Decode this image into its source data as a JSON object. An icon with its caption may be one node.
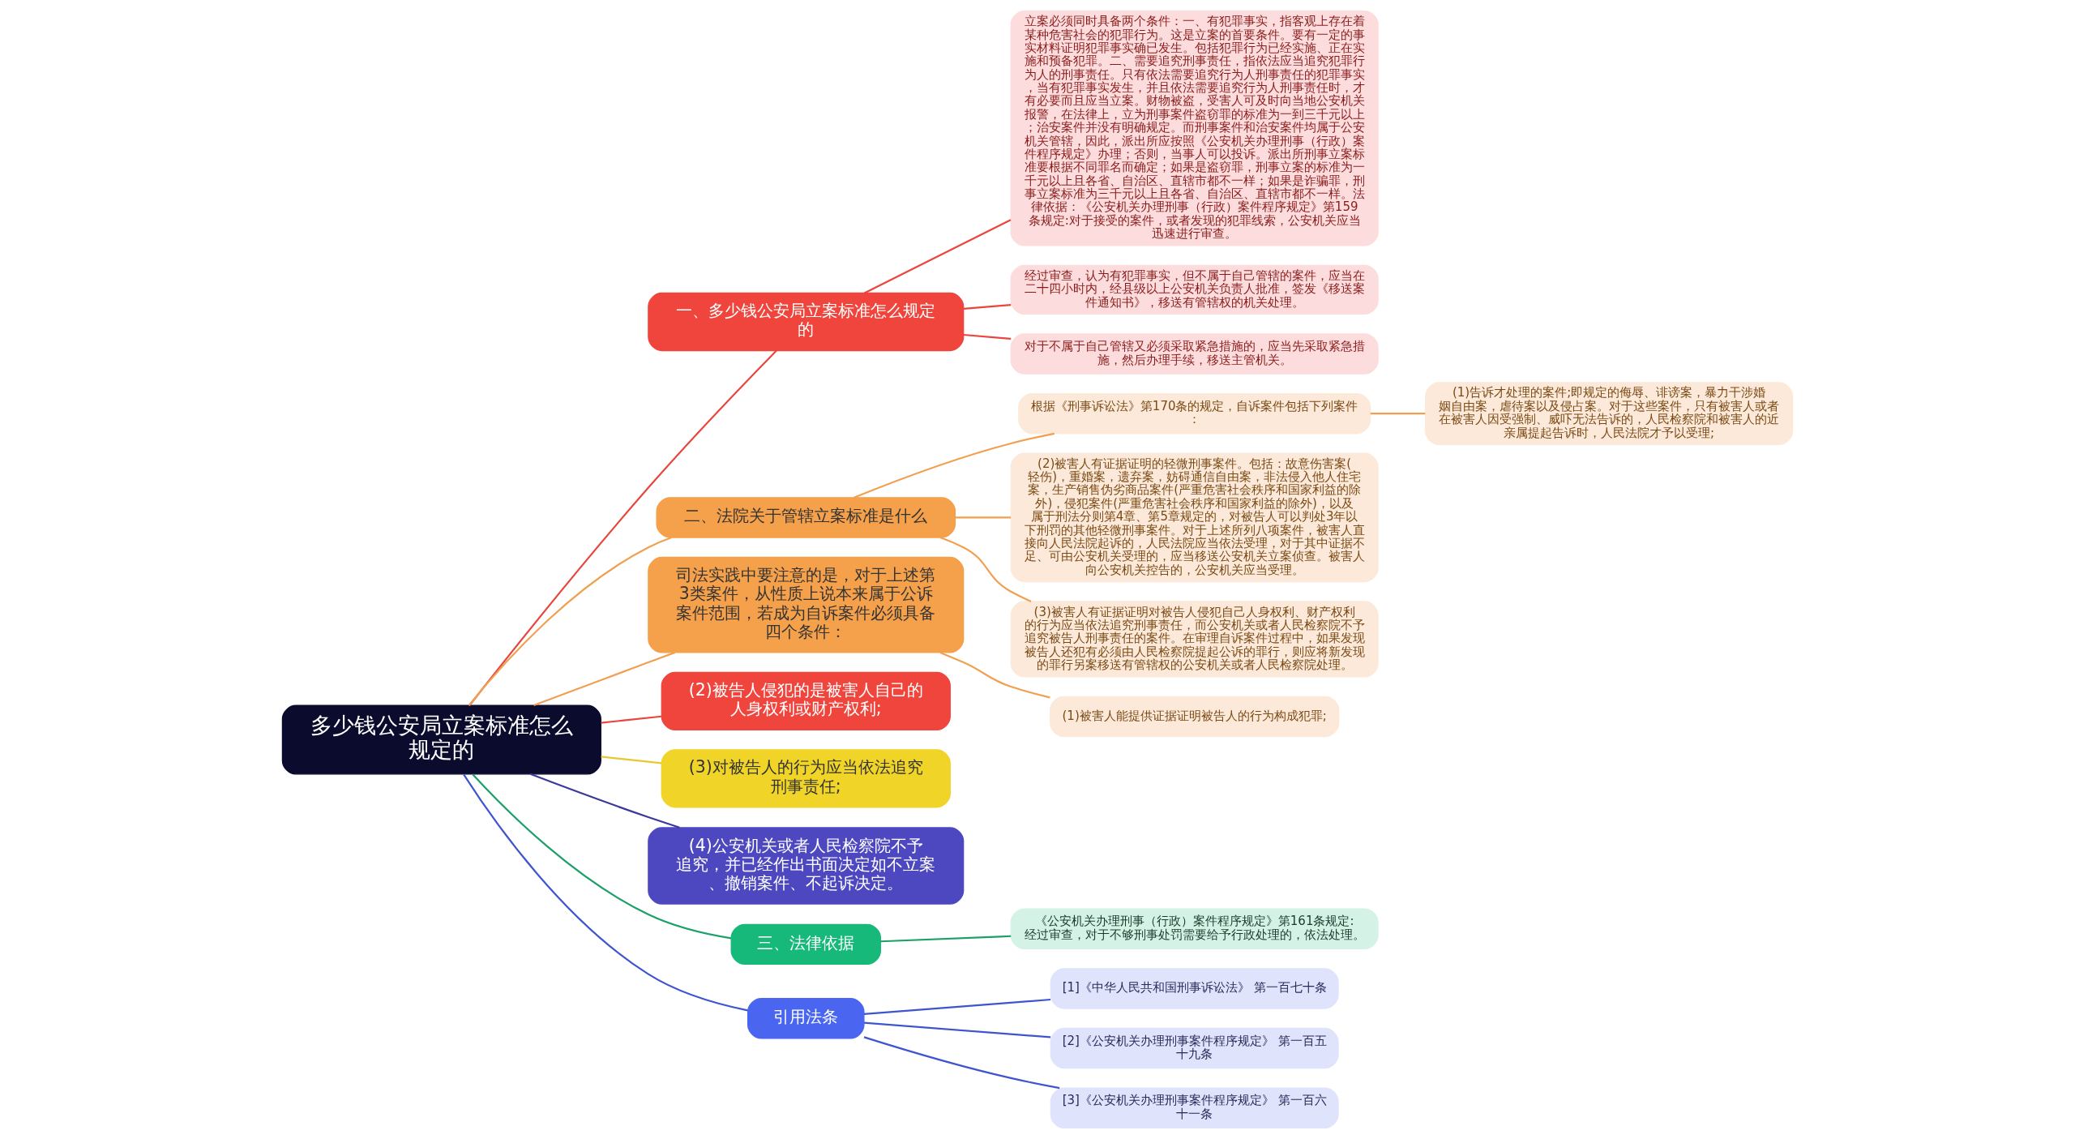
{
  "diagram": {
    "nodes": [
      {
        "text": [
          "多少钱公安局立案标准怎么规定的"
        ]
      },
      {
        "text": [
          "一、多少钱公安局立案标准怎么规定的"
        ]
      },
      {
        "text": [
          "立案必须同时具备两个条件：一、有犯罪事实，指客观上存在着某种危害社会的犯罪行为。这是立案的首要条件。要有一定的事实材料证明犯罪事实确已发生。包括犯罪行为已经实施、正在实施和预备犯罪。二、需要追究刑事责任，指依法应当追究犯罪行为人的刑事责任。只有依法需要追究行为人刑事责任的犯罪事实，当有犯罪事实发生，并且依法需要追究行为人刑事责任时，才有必要而且应当立案。财物被盗，受害人可及时向当地公安机关报警，在法律上，立为刑事案件盗窃罪的标准为一到三千元以上；治安案件并没有明确规定。而刑事案件和治安案件均属于公安机关管辖，因此，派出所应按照《公安机关办理刑事（行政）案件程序规定》办理；否则，当事人可以投诉。派出所刑事立案标准要根据不同罪名而确定；如果是盗窃罪，刑事立案的标准为一千元以上且各省、自治区、直辖市都不一样；如果是诈骗罪，刑事立案标准为三千元以上且各省、自治区、直辖市都不一样。法律依据：《公安机关办理刑事（行政）案件程序规定》第159条规定:对于接受的案件，或者发现的犯罪线索，公安机关应当迅速进行审查。"
        ]
      },
      {
        "text": [
          "经过审查，认为有犯罪事实，但不属于自己管辖的案件，应当在二十四小时内，经县级以上公安机关负责人批准，签发《移送案件通知书》，移送有管辖权的机关处理。"
        ]
      },
      {
        "text": [
          "对于不属于自己管辖又必须采取紧急措施的，应当先采取紧急措施，然后办理手续，移送主管机关。"
        ]
      },
      {
        "text": [
          "二、法院关于管辖立案标准是什么"
        ]
      },
      {
        "text": [
          "根据《刑事诉讼法》第170条的规定，自诉案件包括下列案件："
        ]
      },
      {
        "text": [
          "(1)告诉才处理的案件;即规定的侮辱、诽谤案，暴力干涉婚姻自由案，虐待案以及侵占案。对于这些案件，只有被害人或者在被害人因受强制、威吓无法告诉的，人民检察院和被害人的近亲属提起告诉时，人民法院才予以受理;"
        ]
      },
      {
        "text": [
          "(2)被害人有证据证明的轻微刑事案件。包括：故意伤害案(轻伤)，重婚案，遗弃案，妨碍通信自由案，非法侵入他人住宅案，生产销售伪劣商品案件(严重危害社会秩序和国家利益的除外)，侵犯案件(严重危害社会秩序和国家利益的除外)，以及属于刑法分则第4章、第5章规定的，对被告人可以判处3年以下刑罚的其他轻微刑事案件。对于上述所列八项案件，被害人直接向人民法院起诉的，人民法院应当依法受理，对于其中证据不足、可由公安机关受理的，应当移送公安机关立案侦查。被害人向公安机关控告的，公安机关应当受理。"
        ]
      },
      {
        "text": [
          "(3)被害人有证据证明对被告人侵犯自己人身权利、财产权利的行为应当依法追究刑事责任，而公安机关或者人民检察院不予追究被告人刑事责任的案件。在审理自诉案件过程中，如果发现被告人还犯有必须由人民检察院提起公诉的罪行，则应将新发现的罪行另案移送有管辖权的公安机关或者人民检察院处理。"
        ]
      },
      {
        "text": [
          "司法实践中要注意的是，对于上述第3类案件，从性质上说本来属于公诉案件范围，若成为自诉案件必须具备四个条件："
        ]
      },
      {
        "text": [
          "(1)被害人能提供证据证明被告人的行为构成犯罪;"
        ]
      },
      {
        "text": [
          "(2)被告人侵犯的是被害人自己的人身权利或财产权利;"
        ]
      },
      {
        "text": [
          "(3)对被告人的行为应当依法追究刑事责任;"
        ]
      },
      {
        "text": [
          "(4)公安机关或者人民检察院不予追究，并已经作出书面决定如不立案、撤销案件、不起诉决定。"
        ]
      },
      {
        "text": [
          "三、法律依据"
        ]
      },
      {
        "text": [
          "《公安机关办理刑事（行政）案件程序规定》第161条规定:经过审查，对于不够刑事处罚需要给予行政处理的，依法处理。"
        ]
      },
      {
        "text": [
          "引用法条"
        ]
      },
      {
        "text": [
          "[1]《中华人民共和国刑事诉讼法》 第一百七十条"
        ]
      },
      {
        "text": [
          "[2]《公安机关办理刑事案件程序规定》 第一百五十九条"
        ]
      },
      {
        "text": [
          "[3]《公安机关办理刑事案件程序规定》 第一百六十一条"
        ]
      }
    ],
    "edges": [
      {
        "from": 0,
        "to": 1,
        "arrow": "none",
        "color": "#e8453c"
      },
      {
        "from": 1,
        "to": 2,
        "arrow": "none",
        "color": "#e8453c"
      },
      {
        "from": 1,
        "to": 3,
        "arrow": "none",
        "color": "#e8453c"
      },
      {
        "from": 1,
        "to": 4,
        "arrow": "none",
        "color": "#e8453c"
      },
      {
        "from": 0,
        "to": 5,
        "arrow": "none"
      },
      {
        "from": 5,
        "to": 6,
        "arrow": "none"
      },
      {
        "from": 6,
        "to": 7,
        "arrow": "none"
      },
      {
        "from": 5,
        "to": 8,
        "arrow": "none"
      },
      {
        "from": 5,
        "to": 9,
        "arrow": "none"
      },
      {
        "from": 0,
        "to": 10,
        "arrow": "none"
      },
      {
        "from": 10,
        "to": 11,
        "arrow": "none"
      },
      {
        "from": 0,
        "to": 12,
        "arrow": "none",
        "color": "#e8453c"
      },
      {
        "from": 0,
        "to": 13,
        "arrow": "none",
        "color": "#e8c832"
      },
      {
        "from": 0,
        "to": 14,
        "arrow": "none",
        "color": "#3a3a9a"
      },
      {
        "from": 0,
        "to": 15,
        "arrow": "none",
        "color": "#1aa068"
      },
      {
        "from": 15,
        "to": 16,
        "arrow": "none",
        "color": "#1aa068"
      },
      {
        "from": 0,
        "to": 17,
        "arrow": "none",
        "color": "#3f55d0"
      },
      {
        "from": 17,
        "to": 18,
        "arrow": "none",
        "color": "#3f55d0"
      },
      {
        "from": 17,
        "to": 19,
        "arrow": "none",
        "color": "#3f55d0"
      },
      {
        "from": 17,
        "to": 20,
        "arrow": "none",
        "color": "#3f55d0"
      }
    ]
  }
}
